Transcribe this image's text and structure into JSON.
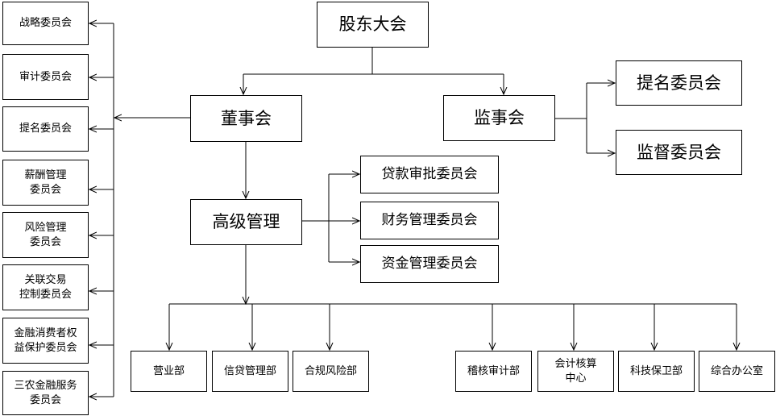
{
  "nodes": {
    "shareholders": "股东大会",
    "board": "董事会",
    "supervisory": "监事会",
    "nomination_sup": "提名委员会",
    "supervision_sup": "监督委员会",
    "senior_mgmt": "高级管理",
    "loan_approval": "贷款审批委员会",
    "finance_mgmt": "财务管理委员会",
    "fund_mgmt": "资金管理委员会",
    "strategy": "战略委员会",
    "audit": "审计委员会",
    "nomination": "提名委员会",
    "compensation": "薪酬管理\n委员会",
    "risk": "风险管理\n委员会",
    "related_tx": "关联交易\n控制委员会",
    "consumer_protection": "金融消费者权\n益保护委员会",
    "rural_finance": "三农金融服务\n委员会",
    "business_dept": "营业部",
    "credit_dept": "信贷管理部",
    "compliance_dept": "合规风险部",
    "audit_dept": "稽核审计部",
    "accounting_center": "会计核算\n中心",
    "security_dept": "科技保卫部",
    "general_office": "综合办公室"
  }
}
